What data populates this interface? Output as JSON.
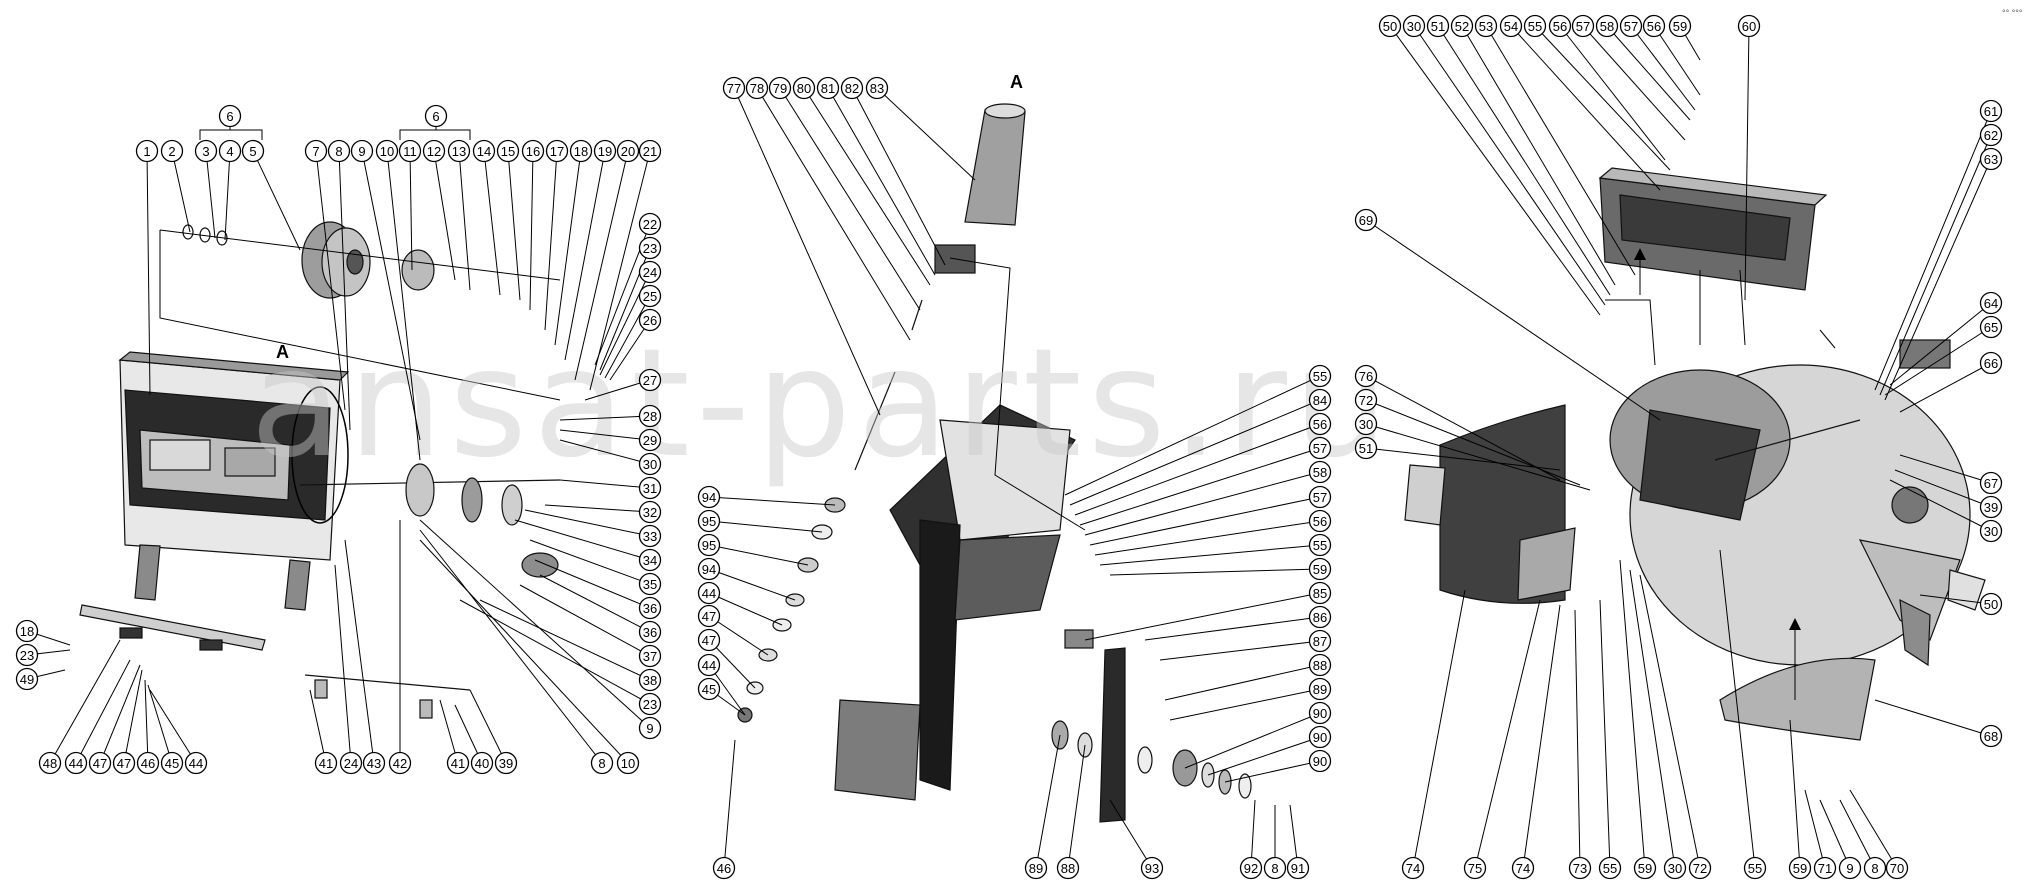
{
  "watermark": "ansat-parts.ru",
  "corner_text": "°° °°°",
  "section_label": "A",
  "callouts": {
    "left": [
      "1",
      "2",
      "3",
      "4",
      "5",
      "6",
      "6",
      "7",
      "8",
      "9",
      "10",
      "11",
      "12",
      "13",
      "14",
      "15",
      "16",
      "17",
      "18",
      "19",
      "20",
      "21",
      "22",
      "23",
      "24",
      "25",
      "26",
      "27",
      "28",
      "29",
      "30",
      "31",
      "32",
      "33",
      "34",
      "35",
      "36",
      "36",
      "37",
      "38",
      "23",
      "9",
      "10",
      "8",
      "42",
      "43",
      "24",
      "41",
      "41",
      "40",
      "39",
      "18",
      "23",
      "49",
      "48",
      "44",
      "47",
      "47",
      "46",
      "45",
      "44"
    ],
    "middle": [
      "77",
      "78",
      "79",
      "80",
      "81",
      "82",
      "83",
      "94",
      "95",
      "95",
      "94",
      "44",
      "47",
      "47",
      "44",
      "45",
      "46",
      "55",
      "84",
      "56",
      "57",
      "58",
      "57",
      "56",
      "55",
      "59",
      "85",
      "86",
      "87",
      "88",
      "89",
      "90",
      "90",
      "90",
      "89",
      "88",
      "93",
      "92",
      "8",
      "91"
    ],
    "right": [
      "50",
      "30",
      "51",
      "52",
      "53",
      "54",
      "55",
      "56",
      "57",
      "58",
      "57",
      "56",
      "59",
      "60",
      "61",
      "62",
      "63",
      "64",
      "65",
      "66",
      "67",
      "39",
      "30",
      "50",
      "68",
      "69",
      "76",
      "72",
      "30",
      "51",
      "74",
      "75",
      "74",
      "73",
      "55",
      "59",
      "30",
      "72",
      "55",
      "59",
      "71",
      "9",
      "8",
      "70"
    ]
  }
}
